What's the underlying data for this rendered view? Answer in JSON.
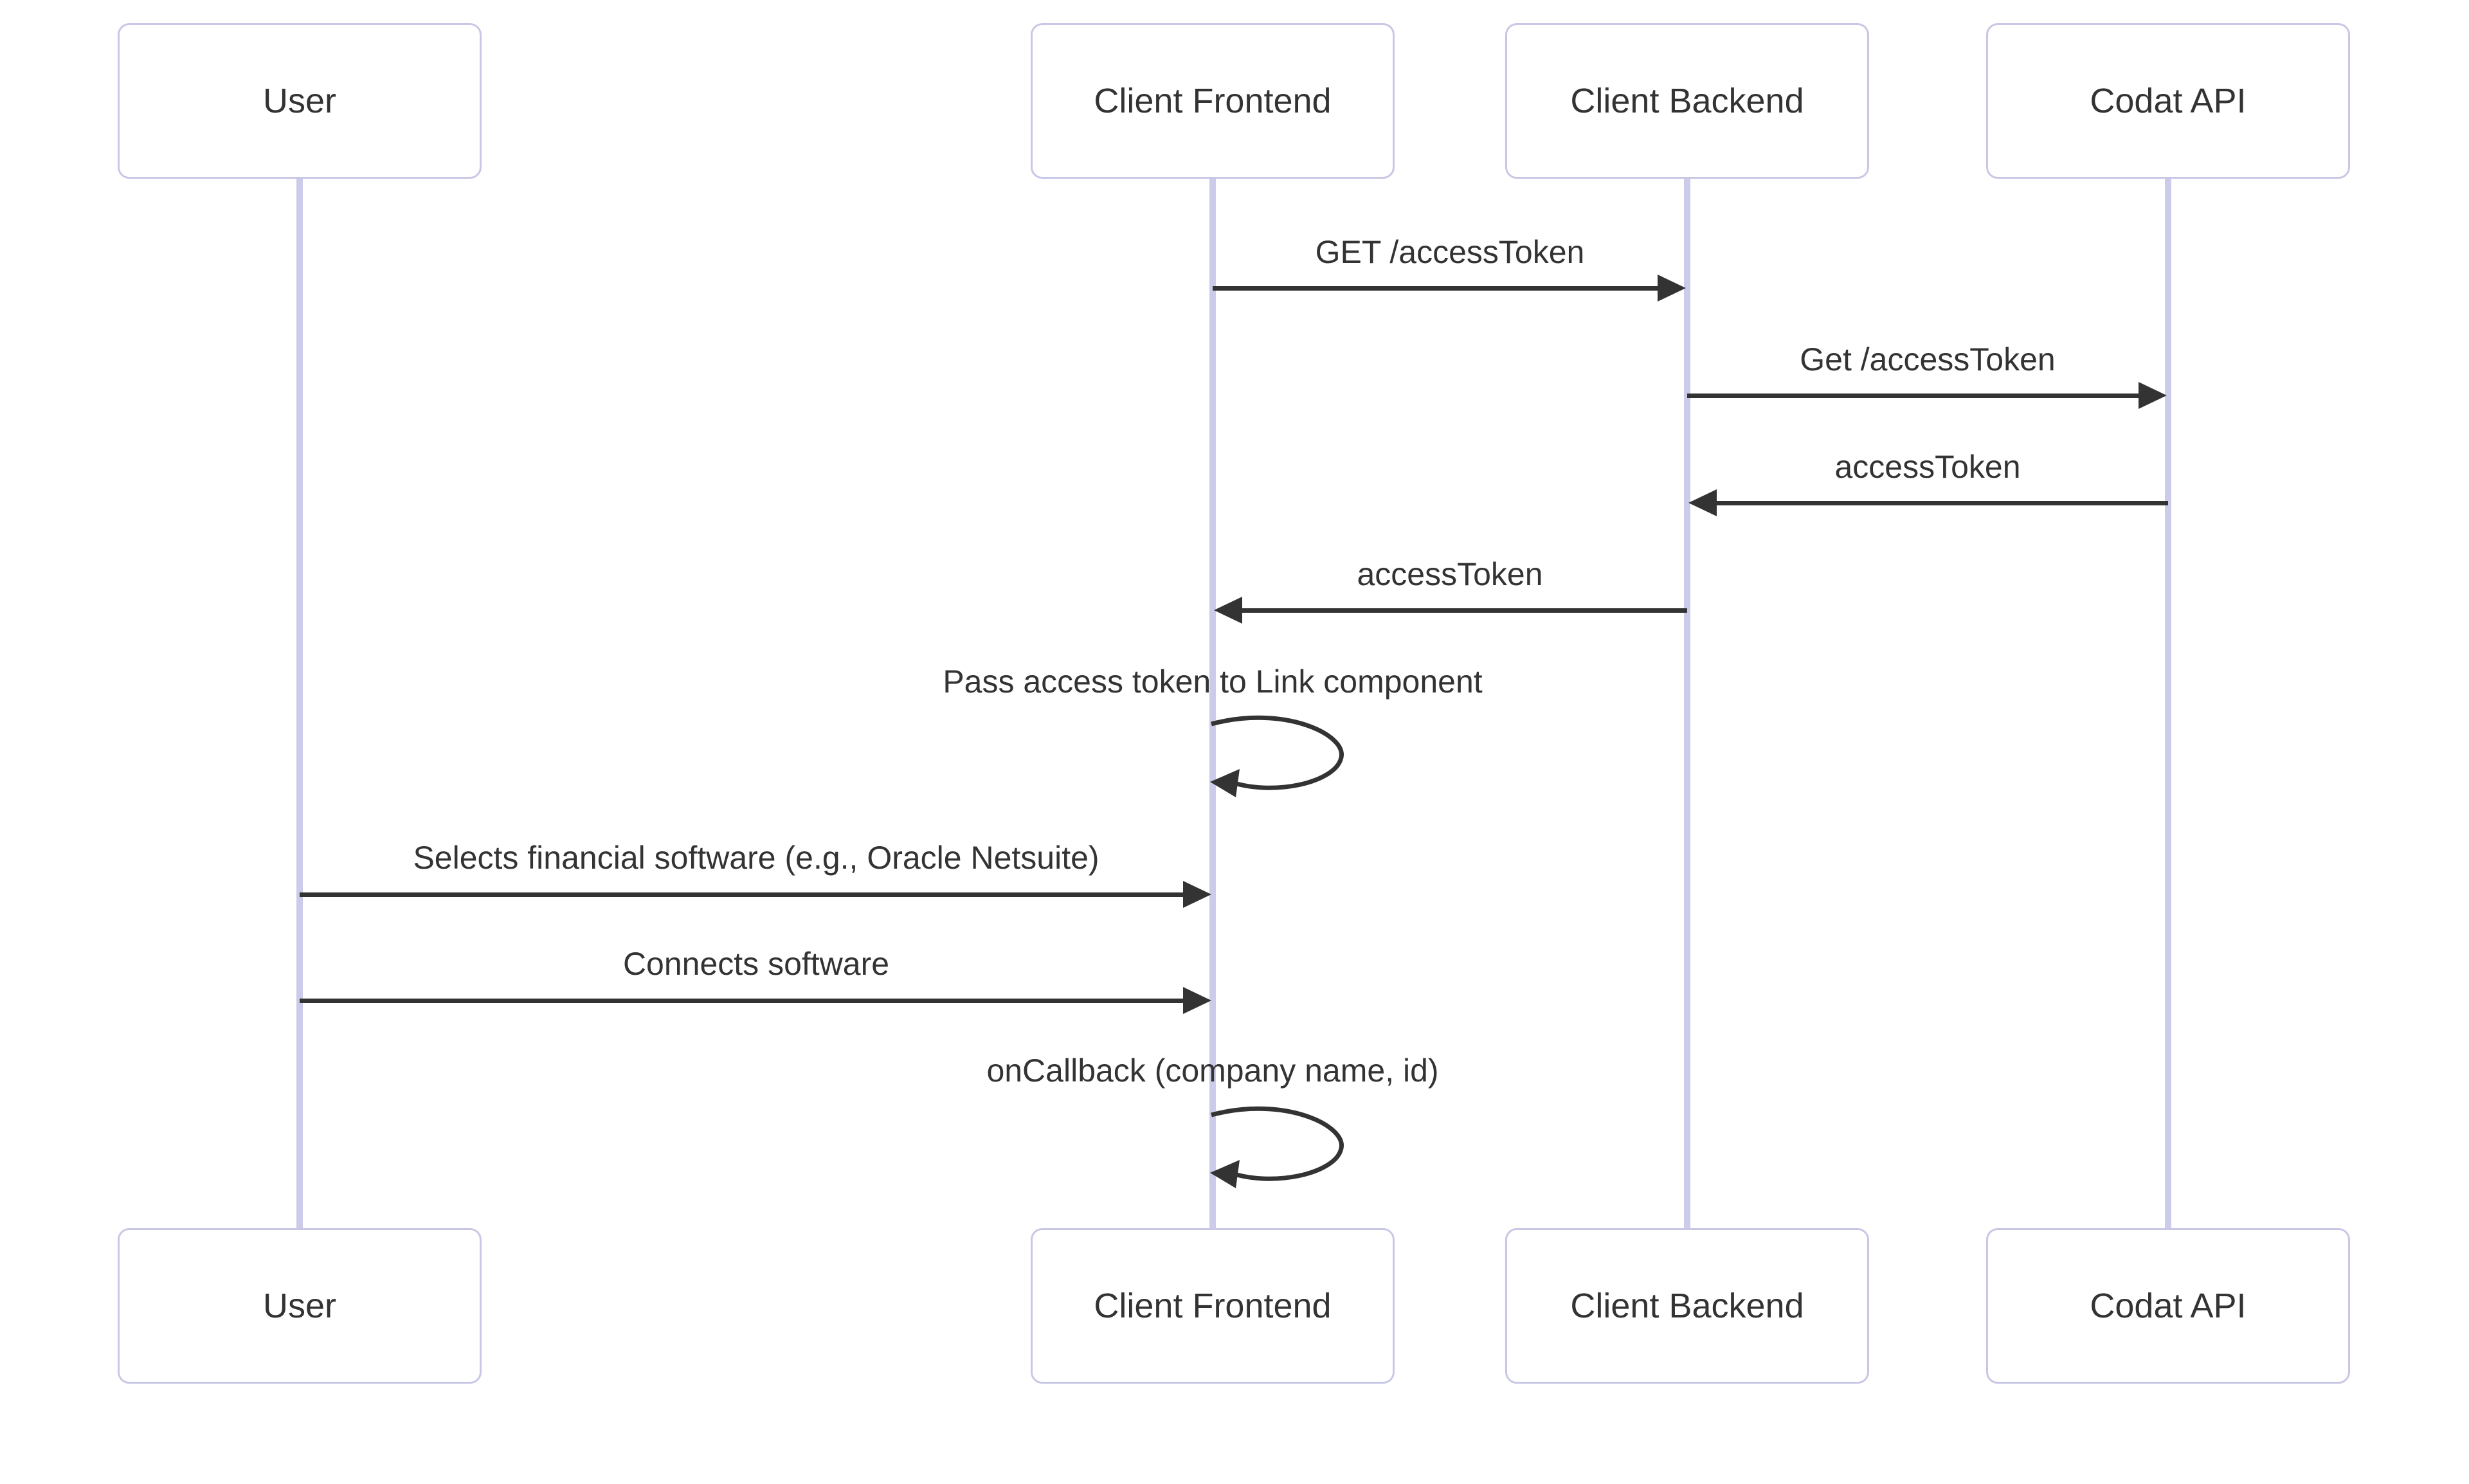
{
  "diagram": {
    "type": "sequence-diagram",
    "actors": [
      {
        "id": "user",
        "label": "User"
      },
      {
        "id": "client-frontend",
        "label": "Client Frontend"
      },
      {
        "id": "client-backend",
        "label": "Client Backend"
      },
      {
        "id": "codat-api",
        "label": "Codat API"
      }
    ],
    "messages": [
      {
        "from": "client-frontend",
        "to": "client-backend",
        "label": "GET /accessToken",
        "kind": "solid-arrow"
      },
      {
        "from": "client-backend",
        "to": "codat-api",
        "label": "Get /accessToken",
        "kind": "solid-arrow"
      },
      {
        "from": "codat-api",
        "to": "client-backend",
        "label": "accessToken",
        "kind": "solid-arrow"
      },
      {
        "from": "client-backend",
        "to": "client-frontend",
        "label": "accessToken",
        "kind": "solid-arrow"
      },
      {
        "from": "client-frontend",
        "to": "client-frontend",
        "label": "Pass access token to Link component",
        "kind": "self-loop"
      },
      {
        "from": "user",
        "to": "client-frontend",
        "label": "Selects financial software (e.g., Oracle Netsuite)",
        "kind": "solid-arrow"
      },
      {
        "from": "user",
        "to": "client-frontend",
        "label": "Connects software",
        "kind": "solid-arrow"
      },
      {
        "from": "client-frontend",
        "to": "client-frontend",
        "label": "onCallback (company name, id)",
        "kind": "self-loop"
      }
    ],
    "colors": {
      "background": "#ffffff",
      "actor_fill": "#ffffff",
      "actor_border": "#c8c8e6",
      "lifeline": "#ccccea",
      "message": "#333333"
    }
  }
}
